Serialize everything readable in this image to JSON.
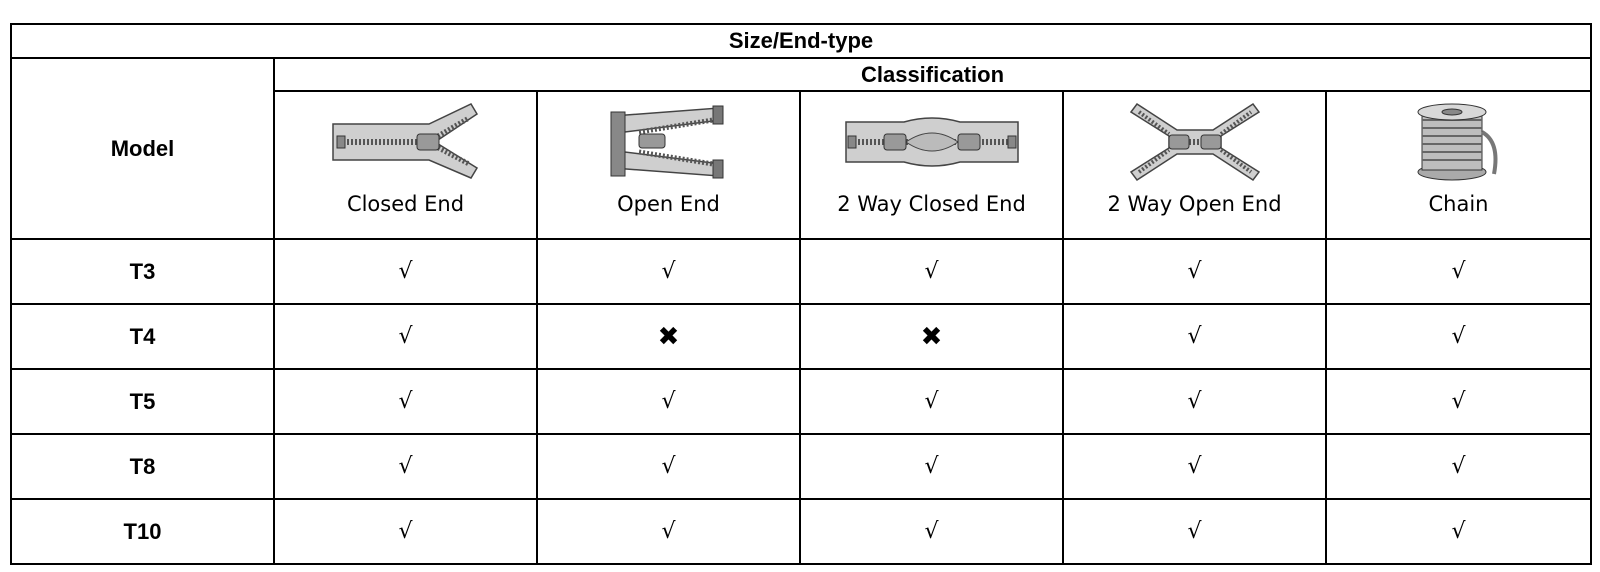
{
  "header": {
    "title": "Size/End-type",
    "model_label": "Model",
    "classification_label": "Classification"
  },
  "types": [
    {
      "label": "Closed End",
      "icon": "closed-end-zipper-icon"
    },
    {
      "label": "Open End",
      "icon": "open-end-zipper-icon"
    },
    {
      "label": "2 Way Closed End",
      "icon": "two-way-closed-end-zipper-icon"
    },
    {
      "label": "2 Way Open End",
      "icon": "two-way-open-end-zipper-icon"
    },
    {
      "label": "Chain",
      "icon": "chain-spool-icon"
    }
  ],
  "rows": [
    {
      "model": "T3",
      "marks": [
        "√",
        "√",
        "√",
        "√",
        "√"
      ]
    },
    {
      "model": "T4",
      "marks": [
        "√",
        "✖",
        "✖",
        "√",
        "√"
      ]
    },
    {
      "model": "T5",
      "marks": [
        "√",
        "√",
        "√",
        "√",
        "√"
      ]
    },
    {
      "model": "T8",
      "marks": [
        "√",
        "√",
        "√",
        "√",
        "√"
      ]
    },
    {
      "model": "T10",
      "marks": [
        "√",
        "√",
        "√",
        "√",
        "√"
      ]
    }
  ]
}
